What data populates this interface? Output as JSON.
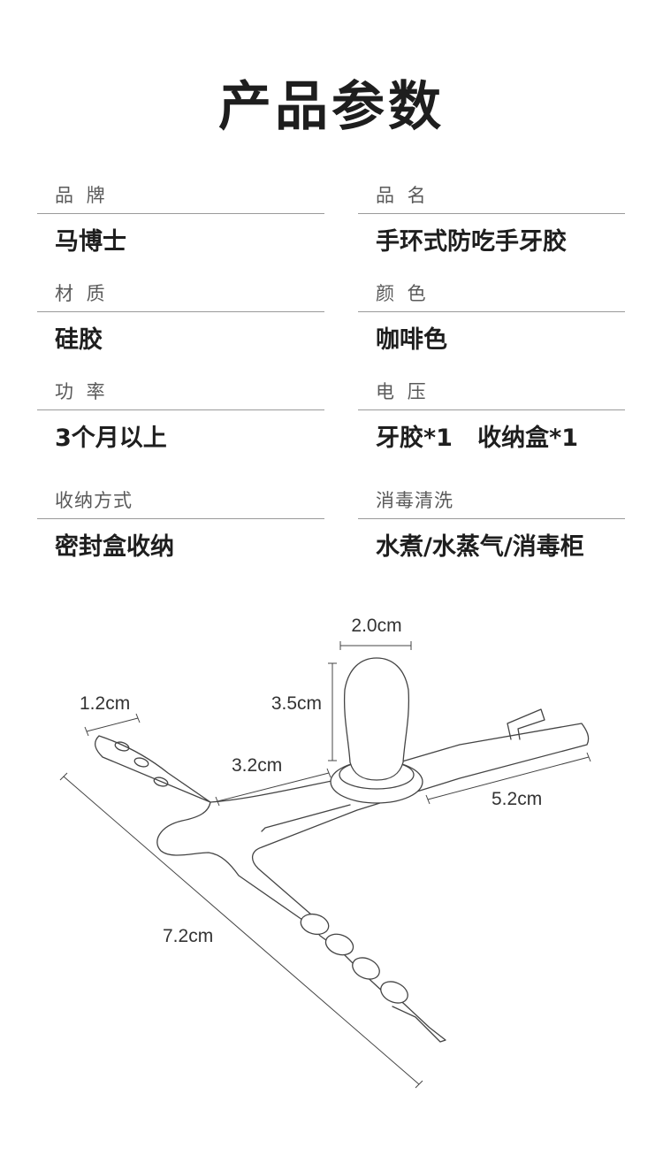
{
  "title": "产品参数",
  "specs": [
    {
      "label": "品 牌",
      "value": "马博士"
    },
    {
      "label": "品 名",
      "value": "手环式防吃手牙胶"
    },
    {
      "label": "材 质",
      "value": "硅胶"
    },
    {
      "label": "颜 色",
      "value": "咖啡色"
    },
    {
      "label": "功 率",
      "value": "3个月以上"
    },
    {
      "label": "电 压",
      "value": "牙胶*1   收纳盒*1"
    },
    {
      "label": "收纳方式",
      "value": "密封盒收纳"
    },
    {
      "label": "消毒清洗",
      "value": "水煮/水蒸气/消毒柜"
    }
  ],
  "dimensions": {
    "top_width": "2.0cm",
    "height": "3.5cm",
    "strap_width": "1.2cm",
    "left_arm": "3.2cm",
    "right_arm": "5.2cm",
    "total_length": "7.2cm"
  }
}
